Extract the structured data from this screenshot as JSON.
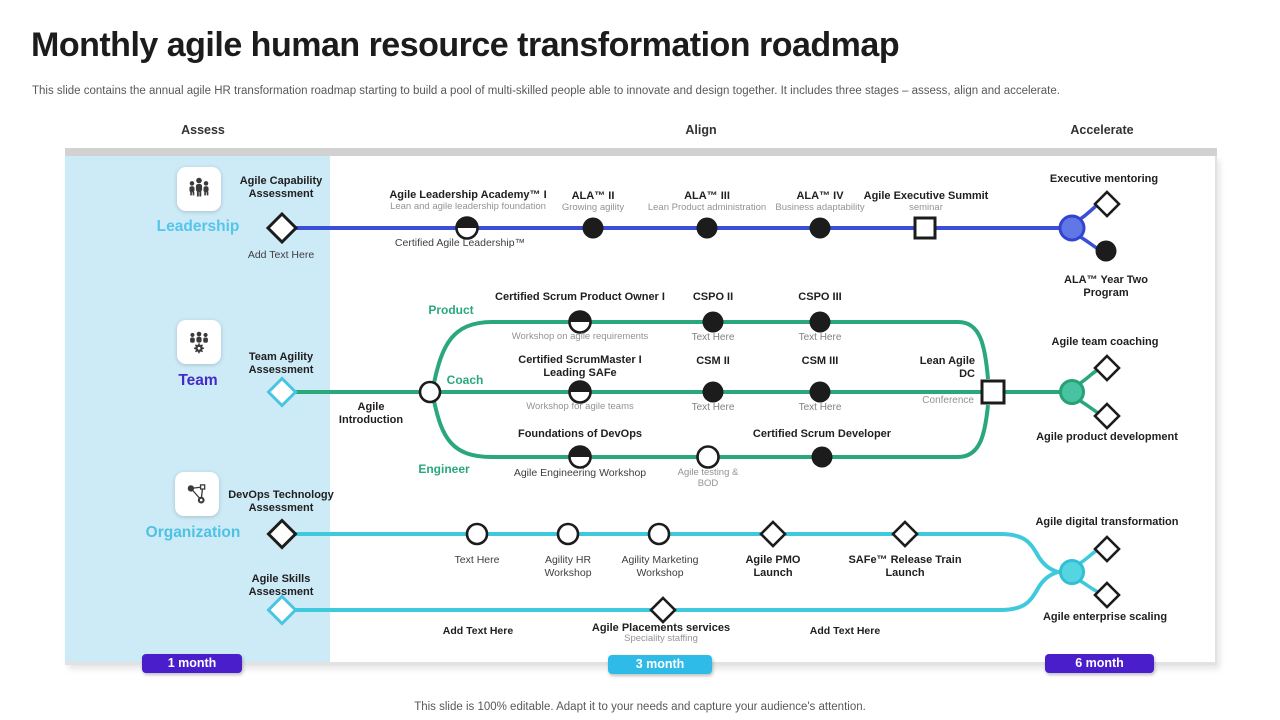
{
  "slide": {
    "title": "Monthly agile human resource transformation roadmap",
    "subtitle": "This slide contains the annual agile HR transformation roadmap starting to build a pool of multi-skilled people able to innovate and design together. It includes three stages – assess, align and accelerate.",
    "footer": "This slide is 100% editable. Adapt it to your needs and capture your audience's attention."
  },
  "stages": {
    "assess": "Assess",
    "align": "Align",
    "accelerate": "Accelerate"
  },
  "badges": {
    "month1": "1 month",
    "month3": "3 month",
    "month6": "6 month"
  },
  "rows": {
    "leadership": {
      "label": "Leadership",
      "icon": "people-group-icon"
    },
    "team": {
      "label": "Team",
      "icon": "team-gear-icon"
    },
    "organization": {
      "label": "Organization",
      "icon": "network-nodes-icon"
    }
  },
  "leadership": {
    "start_title": "Agile Capability Assessment",
    "start_below": "Add Text Here",
    "m1_title": "Agile Leadership Academy™ I",
    "m1_sub": "Lean and agile leadership foundation",
    "m1_below": "Certified Agile Leadership™",
    "m2_title": "ALA™ II",
    "m2_sub": "Growing agility",
    "m3_title": "ALA™ III",
    "m3_sub": "Lean Product administration",
    "m4_title": "ALA™ IV",
    "m4_sub": "Business adaptability",
    "m5_title": "Agile Executive Summit",
    "m5_sub": "seminar",
    "out_top": "Executive mentoring",
    "out_bottom": "ALA™ Year Two Program"
  },
  "team": {
    "start_title": "Team Agility Assessment",
    "intro": "Agile Introduction",
    "product": {
      "label": "Product",
      "m1_title": "Certified Scrum Product Owner I",
      "m1_sub": "Workshop on agile requirements",
      "m2_title": "CSPO II",
      "m2_sub": "Text Here",
      "m3_title": "CSPO III",
      "m3_sub": "Text Here"
    },
    "coach": {
      "label": "Coach",
      "m1_title": "Certified ScrumMaster I Leading SAFe",
      "m1_sub": "Workshop for agile teams",
      "m2_title": "CSM II",
      "m2_sub": "Text Here",
      "m3_title": "CSM III",
      "m3_sub": "Text Here"
    },
    "engineer": {
      "label": "Engineer",
      "m1_title": "Foundations of DevOps",
      "m1_below": "Agile Engineering Workshop",
      "m2_below": "Agile testing & BOD",
      "m3_title": "Certified Scrum Developer"
    },
    "merge_title": "Lean Agile DC",
    "merge_sub": "Conference",
    "out_top": "Agile team coaching",
    "out_bottom": "Agile product development"
  },
  "organization": {
    "line1_start": "DevOps Technology Assessment",
    "l1_m1": "Text Here",
    "l1_m2": "Agility HR Workshop",
    "l1_m3": "Agility Marketing Workshop",
    "l1_m4": "Agile PMO Launch",
    "l1_m5": "SAFe™ Release Train Launch",
    "line2_start": "Agile Skills Assessment",
    "l2_left": "Add Text Here",
    "l2_m_title": "Agile Placements services",
    "l2_m_sub": "Speciality staffing",
    "l2_right": "Add Text Here",
    "out_top": "Agile digital transformation",
    "out_bottom": "Agile enterprise scaling"
  },
  "colors": {
    "lead": "#3a4fd6",
    "team": "#2aa87c",
    "org": "#3ecadc",
    "lead_label": "#56c5ec",
    "team_label": "#4629c8",
    "org_label": "#4fc2e4",
    "diamond_accent": "#49c4e2",
    "badge_purple": "#4a1ecb",
    "badge_cyan": "#2ebbe8",
    "assess_panel": "#cdeaf7"
  }
}
